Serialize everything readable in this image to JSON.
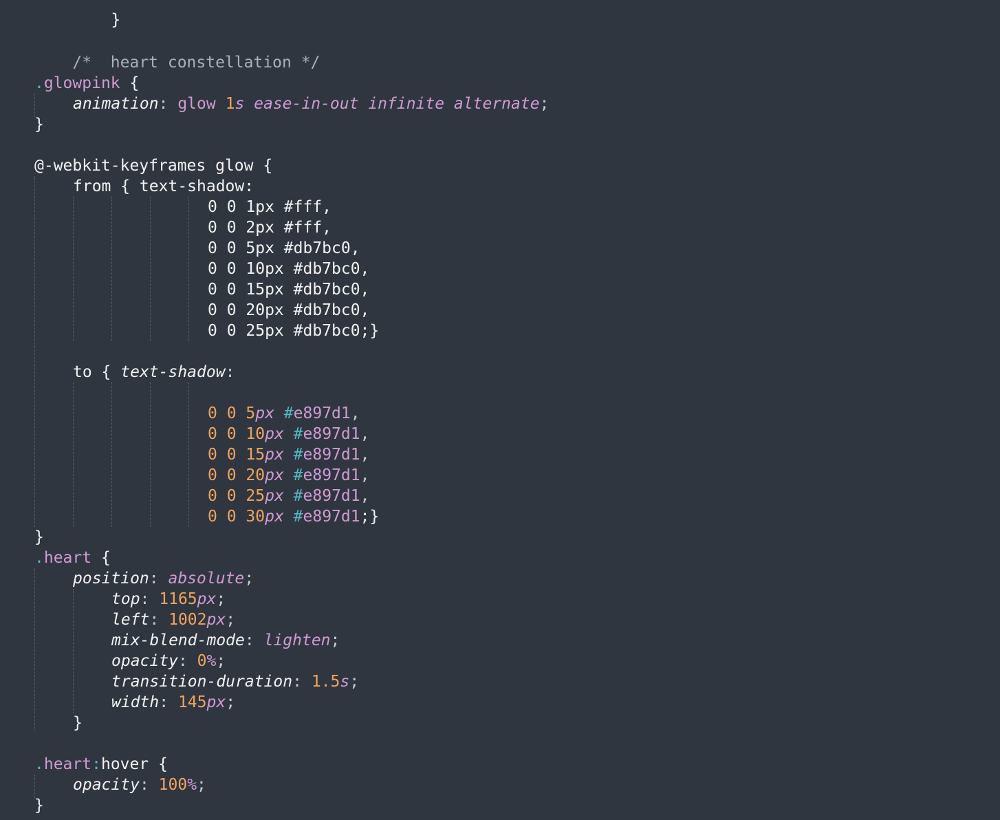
{
  "editor": {
    "theme_colors": {
      "background": "#2f3640",
      "comment": "#a8b0bb",
      "selector": "#d19ad3",
      "number": "#f0a45d",
      "hash": "#56b6c2"
    },
    "top_fragment": "}",
    "comment": "/*  heart constellation */",
    "glowpink": {
      "selector_dot": ".",
      "selector_name": "glowpink",
      "brace_open": " {",
      "property": "animation",
      "colon": ":",
      "value_name": " glow ",
      "value_num": "1",
      "value_unit": "s",
      "value_rest": " ease-in-out infinite alternate",
      "semicolon": ";",
      "brace_close": "}"
    },
    "keyframes": {
      "header": "@-webkit-keyframes glow {",
      "from_line": "from { text-shadow:",
      "from_shadows": [
        "0 0 1px #fff,",
        "0 0 2px #fff,",
        "0 0 5px #db7bc0,",
        "0 0 10px #db7bc0,",
        "0 0 15px #db7bc0,",
        "0 0 20px #db7bc0,",
        "0 0 25px #db7bc0;}"
      ],
      "to_keyword": "to { ",
      "to_property": "text-shadow",
      "to_colon": ":",
      "to_shadows": [
        {
          "a": "0 0 ",
          "num": "5",
          "unit": "px",
          "hash": " #",
          "color": "e897d1",
          "end": ","
        },
        {
          "a": "0 0 ",
          "num": "10",
          "unit": "px",
          "hash": " #",
          "color": "e897d1",
          "end": ","
        },
        {
          "a": "0 0 ",
          "num": "15",
          "unit": "px",
          "hash": " #",
          "color": "e897d1",
          "end": ","
        },
        {
          "a": "0 0 ",
          "num": "20",
          "unit": "px",
          "hash": " #",
          "color": "e897d1",
          "end": ","
        },
        {
          "a": "0 0 ",
          "num": "25",
          "unit": "px",
          "hash": " #",
          "color": "e897d1",
          "end": ","
        },
        {
          "a": "0 0 ",
          "num": "30",
          "unit": "px",
          "hash": " #",
          "color": "e897d1",
          "end": ";}"
        }
      ],
      "close": "}"
    },
    "heart": {
      "selector_dot": ".",
      "selector_name": "heart",
      "brace_open": " {",
      "position_prop": "position",
      "position_val": "absolute",
      "top_prop": "top",
      "top_num": "1165",
      "top_unit": "px",
      "left_prop": "left",
      "left_num": "1002",
      "left_unit": "px",
      "blend_prop": "mix-blend-mode",
      "blend_val": "lighten",
      "opacity_prop": "opacity",
      "opacity_num": "0",
      "opacity_unit": "%",
      "transition_prop": "transition-duration",
      "transition_num": "1.5",
      "transition_unit": "s",
      "width_prop": "width",
      "width_num": "145",
      "width_unit": "px",
      "brace_close": "}"
    },
    "heart_hover": {
      "selector_dot": ".",
      "selector_name": "heart",
      "pseudo_colon": ":",
      "pseudo": "hover",
      "brace_open": " {",
      "opacity_prop": "opacity",
      "opacity_num": "100",
      "opacity_unit": "%",
      "brace_close": "}"
    }
  }
}
